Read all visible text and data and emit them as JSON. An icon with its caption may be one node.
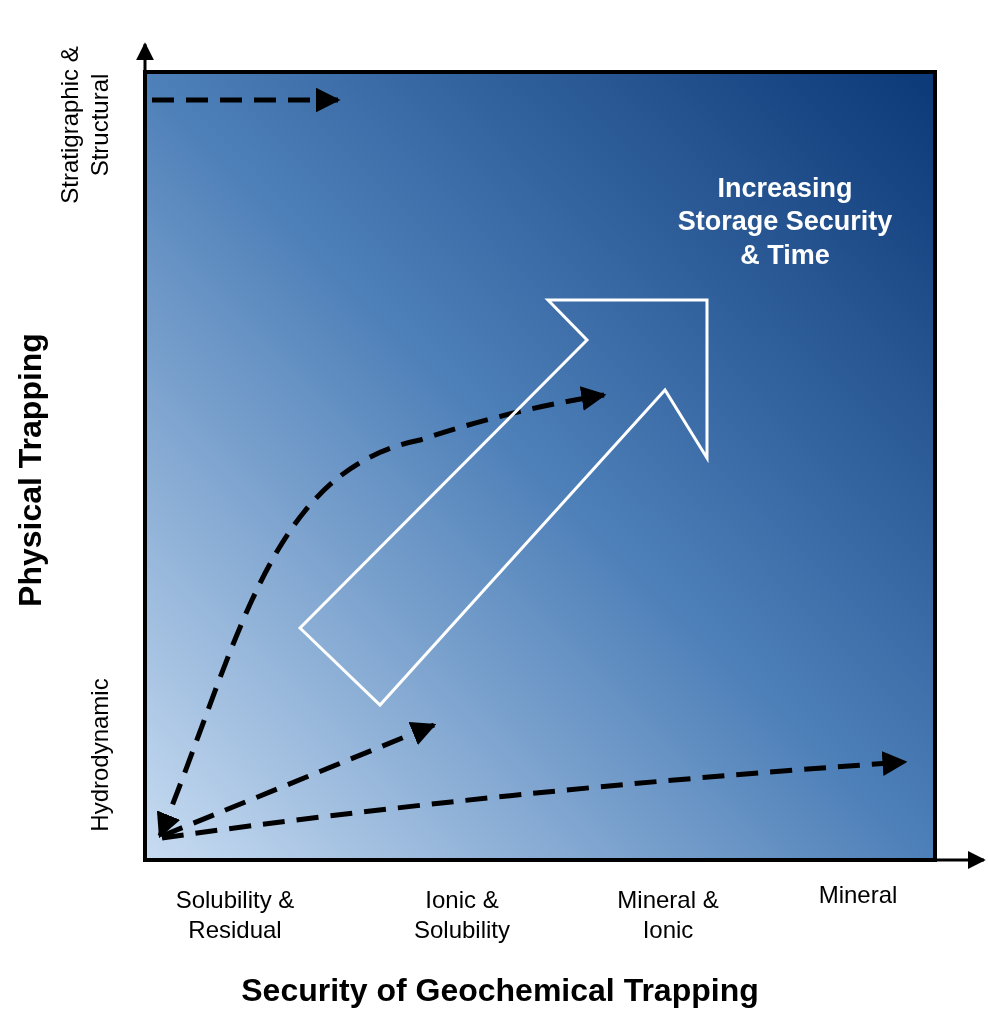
{
  "diagram": {
    "labels": [
      "Stratigraphic & Structural",
      "Increasing Storage Security & Time",
      "Physical Trapping",
      "Hydrodynamic",
      "Solubility & Residual",
      "Ionic & Solubility",
      "Mineral & Ionic",
      "Mineral",
      "Security of Geochemical Trapping"
    ]
  }
}
